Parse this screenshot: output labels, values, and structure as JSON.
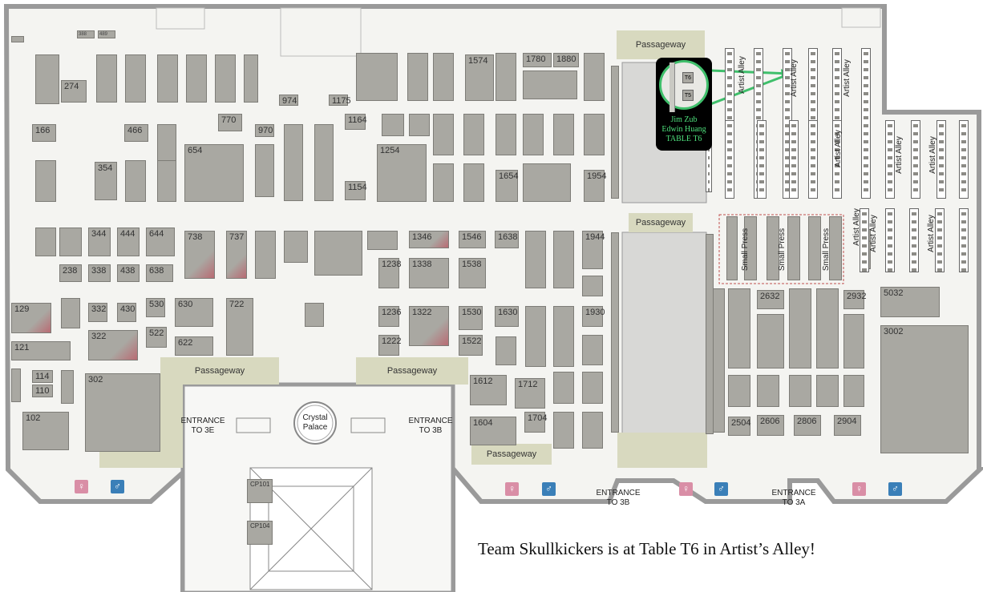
{
  "caption": "Team Skullkickers is at Table T6 in Artist’s Alley!",
  "callout": {
    "name1": "Jim Zub",
    "name2": "Edwin Huang",
    "table": "TABLE T6",
    "lens_top": "T6",
    "lens_bottom": "T5"
  },
  "colors": {
    "floor": "#f4f4f1",
    "wall": "#9a9a9a",
    "booth": "#a9a8a2",
    "passageway": "#d8d9bf",
    "highlight": "#3fbf6b",
    "mens_restroom": "#3a7fb8",
    "womens_restroom": "#d98ea6"
  },
  "labels": {
    "passageway_top": "Passageway",
    "passageway_mid": "Passageway",
    "passageway_left": "Passageway",
    "passageway_center": "Passageway",
    "passageway_bottom": "Passageway",
    "entrance_3e": "ENTRANCE\nTO 3E",
    "entrance_3b_upper": "ENTRANCE\nTO 3B",
    "entrance_3b_lower": "ENTRANCE\nTO 3B",
    "entrance_3a": "ENTRANCE\nTO 3A",
    "crystal_palace": "Crystal\nPalace",
    "cp101": "CP101",
    "cp104": "CP104",
    "artist_alley": "Artist Alley",
    "small_press": "Small Press"
  },
  "booths": [
    {
      "n": "388"
    },
    {
      "n": "489"
    },
    {
      "n": "274"
    },
    {
      "n": "166"
    },
    {
      "n": "466"
    },
    {
      "n": "770"
    },
    {
      "n": "654"
    },
    {
      "n": "354"
    },
    {
      "n": "970"
    },
    {
      "n": "974"
    },
    {
      "n": "1175"
    },
    {
      "n": "1164"
    },
    {
      "n": "1254"
    },
    {
      "n": "1154"
    },
    {
      "n": "1574"
    },
    {
      "n": "1780"
    },
    {
      "n": "1880"
    },
    {
      "n": "1654"
    },
    {
      "n": "1954"
    },
    {
      "n": "344"
    },
    {
      "n": "444"
    },
    {
      "n": "644"
    },
    {
      "n": "738"
    },
    {
      "n": "737"
    },
    {
      "n": "1346"
    },
    {
      "n": "1546"
    },
    {
      "n": "1638"
    },
    {
      "n": "1944"
    },
    {
      "n": "238"
    },
    {
      "n": "338"
    },
    {
      "n": "438"
    },
    {
      "n": "638"
    },
    {
      "n": "1238"
    },
    {
      "n": "1338"
    },
    {
      "n": "1538"
    },
    {
      "n": "129"
    },
    {
      "n": "332"
    },
    {
      "n": "430"
    },
    {
      "n": "530"
    },
    {
      "n": "630"
    },
    {
      "n": "722"
    },
    {
      "n": "1236"
    },
    {
      "n": "1322"
    },
    {
      "n": "1530"
    },
    {
      "n": "1630"
    },
    {
      "n": "1930"
    },
    {
      "n": "322"
    },
    {
      "n": "522"
    },
    {
      "n": "622"
    },
    {
      "n": "1222"
    },
    {
      "n": "1522"
    },
    {
      "n": "121"
    },
    {
      "n": "114"
    },
    {
      "n": "110"
    },
    {
      "n": "302"
    },
    {
      "n": "102"
    },
    {
      "n": "1612"
    },
    {
      "n": "1712"
    },
    {
      "n": "1704"
    },
    {
      "n": "1604"
    },
    {
      "n": "2632"
    },
    {
      "n": "2932"
    },
    {
      "n": "5032"
    },
    {
      "n": "3002"
    },
    {
      "n": "2504"
    },
    {
      "n": "2606"
    },
    {
      "n": "2806"
    },
    {
      "n": "2904"
    }
  ]
}
